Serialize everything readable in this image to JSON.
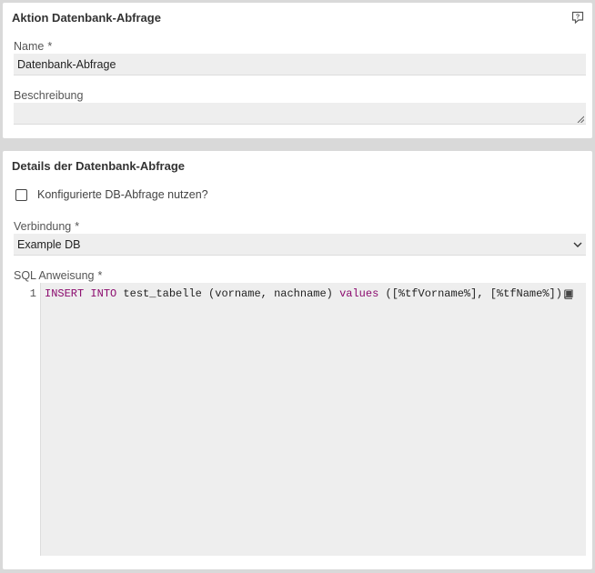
{
  "panel1": {
    "title": "Aktion Datenbank-Abfrage",
    "help_icon": "help-icon",
    "name": {
      "label": "Name",
      "required": "*",
      "value": "Datenbank-Abfrage"
    },
    "description": {
      "label": "Beschreibung",
      "value": ""
    }
  },
  "panel2": {
    "title": "Details der Datenbank-Abfrage",
    "use_configured": {
      "label": "Konfigurierte DB-Abfrage nutzen?",
      "checked": false
    },
    "connection": {
      "label": "Verbindung",
      "required": "*",
      "value": "Example DB"
    },
    "sql": {
      "label": "SQL Anweisung",
      "required": "*",
      "line_number": "1",
      "tokens": {
        "kw1": "INSERT",
        "kw2": "INTO",
        "text1": " test_tabelle (vorname, nachname) ",
        "kw3": "values",
        "text2": " ([%tfVorname%], [%tfName%])"
      },
      "icon": "book-icon"
    }
  },
  "colors": {
    "keyword": "#8b0b6e",
    "field_bg": "#eeeeee",
    "page_bg": "#d9d9d9"
  }
}
